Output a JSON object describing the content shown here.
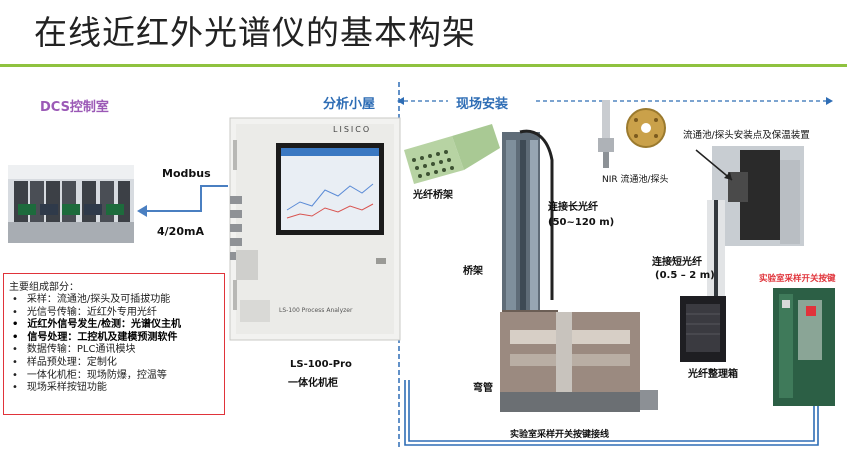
{
  "title": "在线近红外光谱仪的基本构架",
  "sections": {
    "dcs": "DCS控制室",
    "cabin": "分析小屋",
    "field": "现场安装"
  },
  "links": {
    "modbus": "Modbus",
    "analog": "4/20mA"
  },
  "cabinet": {
    "brand": "LISICO",
    "model_plate": "LS-100 Process Analyzer",
    "caption_line1": "LS-100-Pro",
    "caption_line2": "一体化机柜"
  },
  "labels": {
    "fiber_tray": "光纤桥架",
    "long_fiber": "连接长光纤",
    "long_fiber_len": "(50~120 m)",
    "bridge": "桥架",
    "elbow": "弯管",
    "nir_cell": "NIR 流通池/探头",
    "install_point": "流通池/探头安装点及保温装置",
    "short_fiber": "连接短光纤",
    "short_fiber_len": "(0.5 – 2 m)",
    "fiber_box": "光纤整理箱",
    "lab_switch": "实验室采样开关按键",
    "lab_switch_wire": "实验室采样开关按键接线"
  },
  "components": {
    "heading": "主要组成部分：",
    "items": [
      {
        "text": "采样：流通池/探头及可插拔功能",
        "bold": false
      },
      {
        "text": "光信号传输：近红外专用光纤",
        "bold": false
      },
      {
        "text": "近红外信号发生/检测：光谱仪主机",
        "bold": true
      },
      {
        "text": "信号处理：工控机及建模预测软件",
        "bold": true
      },
      {
        "text": "数据传输：PLC通讯模块",
        "bold": false
      },
      {
        "text": "样品预处理：定制化",
        "bold": false
      },
      {
        "text": "一体化机柜：现场防爆，控温等",
        "bold": false
      },
      {
        "text": "现场采样按钮功能",
        "bold": false
      }
    ]
  },
  "colors": {
    "title_rule": "#8fc23f",
    "section_blue": "#2e6db5",
    "dcs_purple": "#9b59b6",
    "arrow_blue": "#4a7fc1",
    "lab_switch_red": "#e0333a",
    "box_border": "#e0333a"
  }
}
